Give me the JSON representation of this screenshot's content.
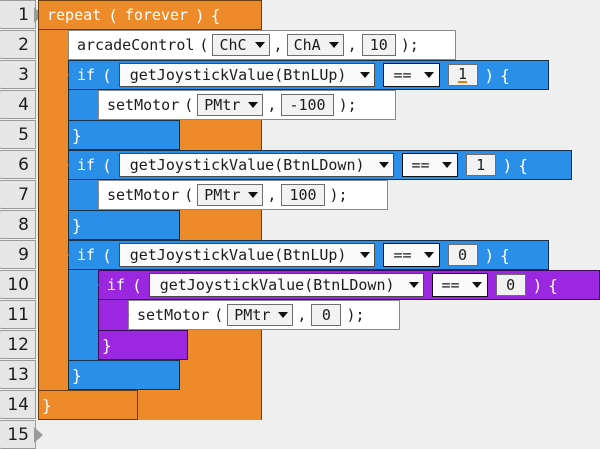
{
  "editor": {
    "background_color": "#efefef",
    "colors": {
      "repeat_block": "#ed8b2b",
      "if_block_outer": "#2a8fe8",
      "if_block_inner": "#9b28e0",
      "statement_block": "#ffffff",
      "gutter": "#e6e6e6",
      "focus_underline": "#e07b12"
    },
    "line_numbers": [
      "1",
      "2",
      "3",
      "4",
      "5",
      "6",
      "7",
      "8",
      "9",
      "10",
      "11",
      "12",
      "13",
      "14",
      "15"
    ],
    "lines": [
      {
        "n": "1",
        "kind": "repeat",
        "color": "orange",
        "keyword": "repeat",
        "open_paren": "(",
        "arg": "forever",
        "close_paren": ")",
        "brace_open": "{"
      },
      {
        "n": "2",
        "kind": "call",
        "color": "white",
        "keyword": "arcadeControl",
        "open_paren": "(",
        "params": [
          {
            "type": "dropdown",
            "value": "ChC"
          },
          {
            "type": "comma",
            "value": ","
          },
          {
            "type": "dropdown",
            "value": "ChA"
          },
          {
            "type": "comma",
            "value": ","
          },
          {
            "type": "number",
            "value": "10"
          }
        ],
        "close": ");"
      },
      {
        "n": "3",
        "kind": "if",
        "color": "blue",
        "keyword": "if",
        "open_paren": "(",
        "expression": "getJoystickValue(BtnLUp)",
        "operator": "==",
        "operand": "1",
        "operand_focused": true,
        "close_paren": ")",
        "brace_open": "{"
      },
      {
        "n": "4",
        "kind": "call",
        "color": "white",
        "keyword": "setMotor",
        "open_paren": "(",
        "params": [
          {
            "type": "dropdown",
            "value": "PMtr"
          },
          {
            "type": "comma",
            "value": ","
          },
          {
            "type": "number",
            "value": "-100"
          }
        ],
        "close": ");"
      },
      {
        "n": "5",
        "kind": "close",
        "color": "blue",
        "brace_close": "}"
      },
      {
        "n": "6",
        "kind": "if",
        "color": "blue",
        "keyword": "if",
        "open_paren": "(",
        "expression": "getJoystickValue(BtnLDown)",
        "operator": "==",
        "operand": "1",
        "operand_focused": false,
        "close_paren": ")",
        "brace_open": "{"
      },
      {
        "n": "7",
        "kind": "call",
        "color": "white",
        "keyword": "setMotor",
        "open_paren": "(",
        "params": [
          {
            "type": "dropdown",
            "value": "PMtr"
          },
          {
            "type": "comma",
            "value": ","
          },
          {
            "type": "number",
            "value": "100"
          }
        ],
        "close": ");"
      },
      {
        "n": "8",
        "kind": "close",
        "color": "blue",
        "brace_close": "}"
      },
      {
        "n": "9",
        "kind": "if",
        "color": "blue",
        "keyword": "if",
        "open_paren": "(",
        "expression": "getJoystickValue(BtnLUp)",
        "operator": "==",
        "operand": "0",
        "operand_focused": false,
        "close_paren": ")",
        "brace_open": "{"
      },
      {
        "n": "10",
        "kind": "if",
        "color": "purple",
        "keyword": "if",
        "open_paren": "(",
        "expression": "getJoystickValue(BtnLDown)",
        "operator": "==",
        "operand": "0",
        "operand_focused": false,
        "close_paren": ")",
        "brace_open": "{"
      },
      {
        "n": "11",
        "kind": "call",
        "color": "white",
        "keyword": "setMotor",
        "open_paren": "(",
        "params": [
          {
            "type": "dropdown",
            "value": "PMtr"
          },
          {
            "type": "comma",
            "value": ","
          },
          {
            "type": "number",
            "value": "0"
          }
        ],
        "close": ");"
      },
      {
        "n": "12",
        "kind": "close",
        "color": "purple",
        "brace_close": "}"
      },
      {
        "n": "13",
        "kind": "close",
        "color": "blue",
        "brace_close": "}"
      },
      {
        "n": "14",
        "kind": "close",
        "color": "orange",
        "brace_close": "}"
      },
      {
        "n": "15",
        "kind": "empty",
        "color": "none"
      }
    ],
    "icons": {
      "dropdown_caret": "chevron-down-icon",
      "line_tab": "block-connector-icon"
    }
  }
}
